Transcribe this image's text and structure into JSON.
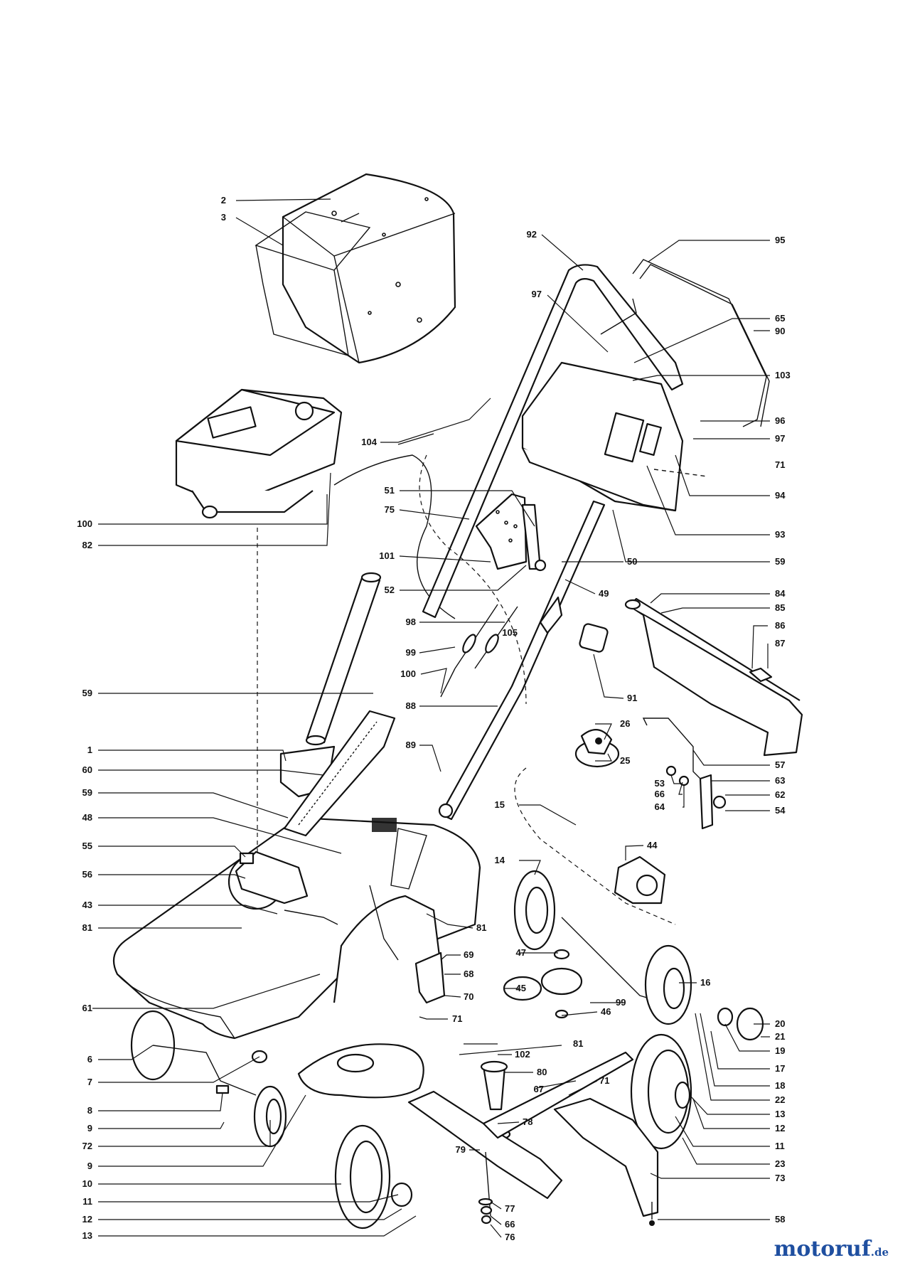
{
  "brand": {
    "name": "motoruf",
    "tld": ".de"
  },
  "labels": {
    "l2": "2",
    "l3": "3",
    "l92": "92",
    "l95": "95",
    "l97a": "97",
    "l65": "65",
    "l90": "90",
    "l103": "103",
    "l96": "96",
    "l97b": "97",
    "l71a": "71",
    "l94": "94",
    "l93": "93",
    "l59a": "59",
    "l104": "104",
    "l51": "51",
    "l75": "75",
    "l100a": "100",
    "l82": "82",
    "l101": "101",
    "l50": "50",
    "l49": "49",
    "l52": "52",
    "l84": "84",
    "l85": "85",
    "l86": "86",
    "l87": "87",
    "l98": "98",
    "l105": "105",
    "l99a": "99",
    "l100b": "100",
    "l91": "91",
    "l59b": "59",
    "l88": "88",
    "l26": "26",
    "l25": "25",
    "l57": "57",
    "l89": "89",
    "l1": "1",
    "l60": "60",
    "l53": "53",
    "l66a": "66",
    "l64": "64",
    "l63": "63",
    "l62": "62",
    "l54": "54",
    "l59c": "59",
    "l15": "15",
    "l48": "48",
    "l44": "44",
    "l55": "55",
    "l56": "56",
    "l14": "14",
    "l43": "43",
    "l81a": "81",
    "l81b": "81",
    "l47": "47",
    "l69": "69",
    "l68": "68",
    "l16": "16",
    "l45": "45",
    "l70": "70",
    "l99b": "99",
    "l46": "46",
    "l61": "61",
    "l71b": "71",
    "l20": "20",
    "l21": "21",
    "l19": "19",
    "l81c": "81",
    "l6": "6",
    "l102": "102",
    "l17": "17",
    "l7": "7",
    "l80": "80",
    "l71c": "71",
    "l67": "67",
    "l18": "18",
    "l22": "22",
    "l8": "8",
    "l13a": "13",
    "l9a": "9",
    "l12a": "12",
    "l72": "72",
    "l78": "78",
    "l11a": "11",
    "l79": "79",
    "l9b": "9",
    "l23": "23",
    "l73": "73",
    "l10": "10",
    "l11b": "11",
    "l77": "77",
    "l12b": "12",
    "l66b": "66",
    "l58": "58",
    "l13b": "13",
    "l76": "76"
  }
}
